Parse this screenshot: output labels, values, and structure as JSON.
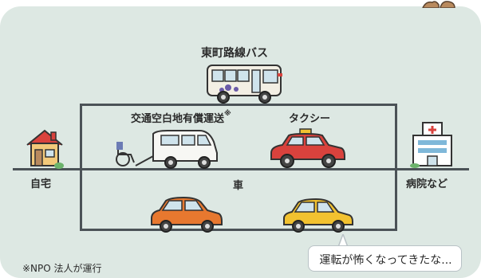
{
  "labels": {
    "bus": "東町路線バス",
    "npo_transport": "交通空白地有償運送",
    "npo_mark": "※",
    "taxi": "タクシー",
    "car": "車",
    "home": "自宅",
    "hospital": "病院など",
    "footnote": "※NPO 法人が運行",
    "speech": "運転が怖くなってきたな..."
  },
  "colors": {
    "panel": "#dde8e3",
    "line": "#4b5257",
    "taxi": "#d9423d",
    "orange_car": "#e7782f",
    "yellow_car": "#f2c230",
    "bus_body": "#f3efe4",
    "bus_accent": "#6b5aa8"
  },
  "icons": {
    "home": "house-icon",
    "hospital": "hospital-icon",
    "bus": "bus-icon",
    "van": "wheelchair-van-icon",
    "taxi": "taxi-icon",
    "car_orange": "car-icon",
    "car_yellow": "car-icon",
    "person": "person-icon"
  }
}
